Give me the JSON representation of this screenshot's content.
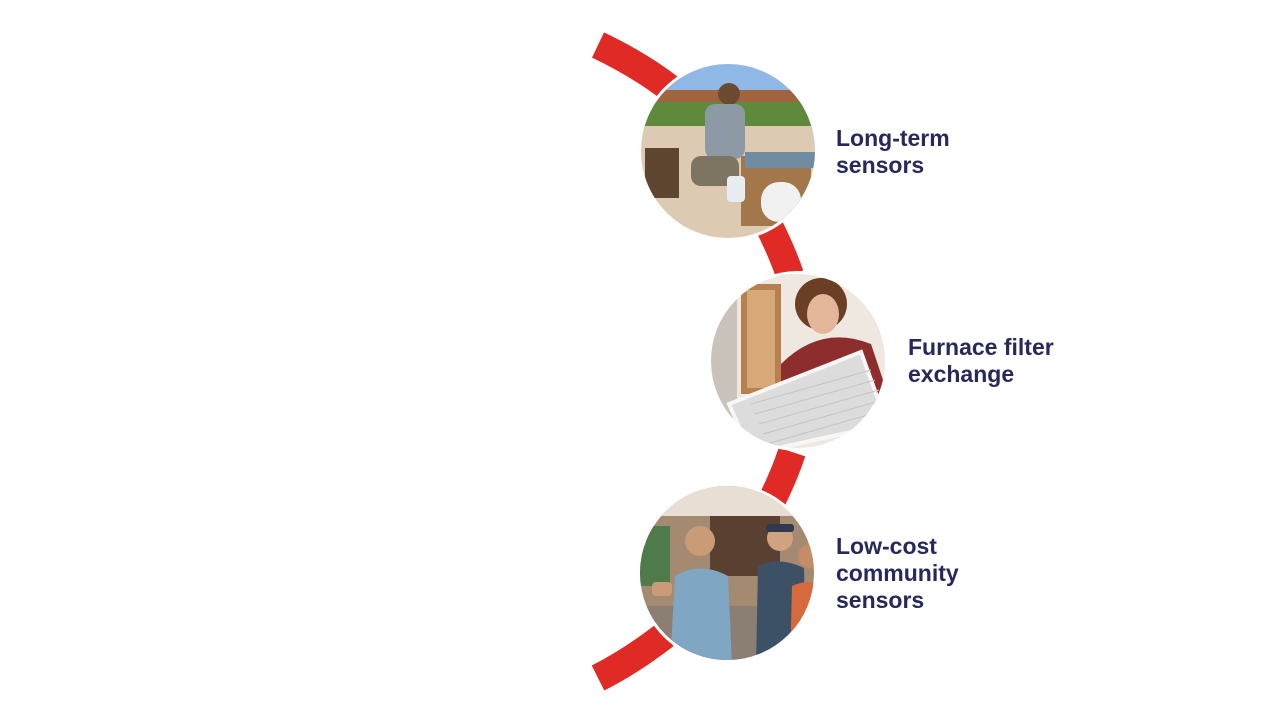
{
  "colors": {
    "accent_arc": "#e02a26",
    "label_text": "#28285c",
    "background": "#ffffff"
  },
  "items": [
    {
      "label": "Long-term\nsensors",
      "image": "person-kneeling-installing-sensor-photo"
    },
    {
      "label": "Furnace filter\nexchange",
      "image": "person-holding-furnace-filter-photo"
    },
    {
      "label": "Low-cost\ncommunity\nsensors",
      "image": "group-conversation-indoors-photo"
    }
  ]
}
